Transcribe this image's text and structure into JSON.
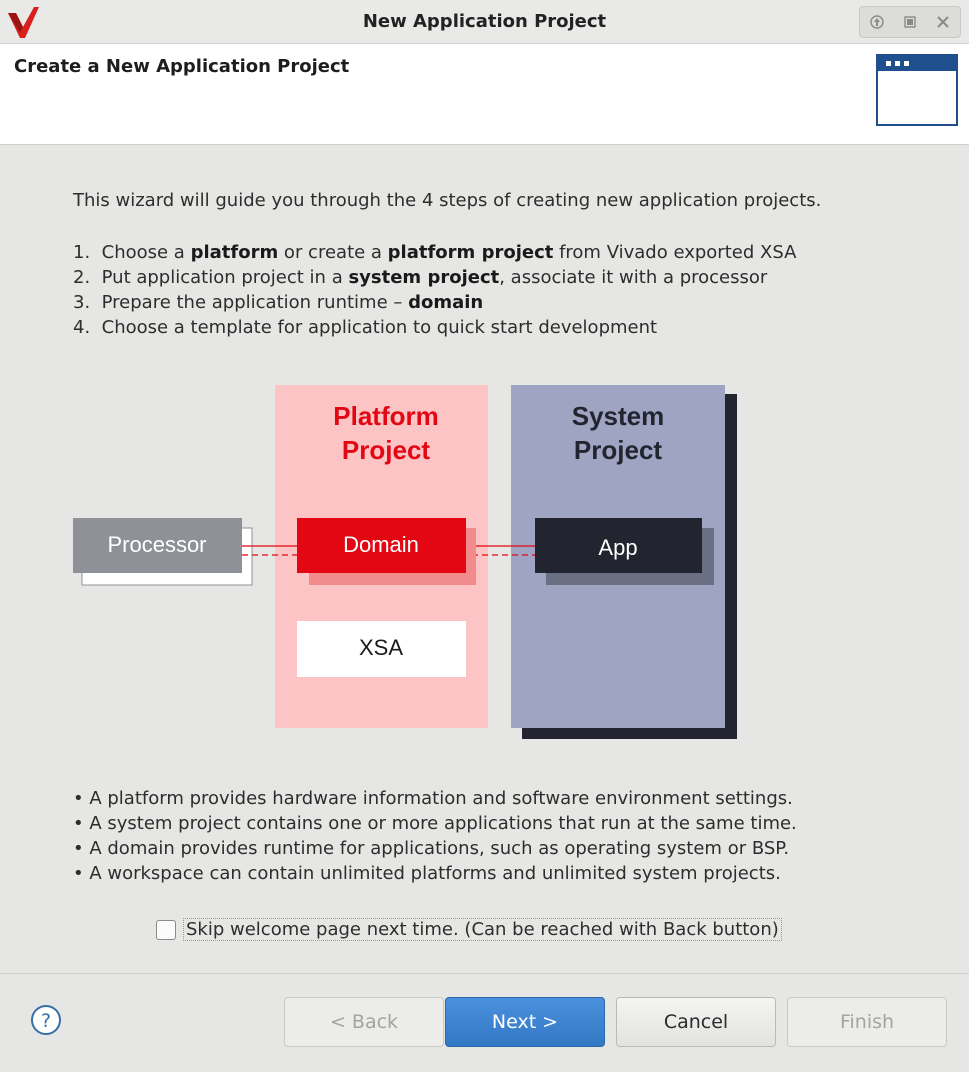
{
  "window": {
    "title": "New Application Project"
  },
  "header": {
    "title": "Create a New Application Project"
  },
  "intro": "This wizard will guide you through the 4 steps of creating new application projects.",
  "steps": [
    {
      "num": "1.",
      "parts": [
        [
          "Choose a ",
          false
        ],
        [
          "platform",
          true
        ],
        [
          " or create a ",
          false
        ],
        [
          "platform project",
          true
        ],
        [
          " from Vivado exported XSA",
          false
        ]
      ]
    },
    {
      "num": "2.",
      "parts": [
        [
          "Put application project in a ",
          false
        ],
        [
          "system project",
          true
        ],
        [
          ", associate it with a processor",
          false
        ]
      ]
    },
    {
      "num": "3.",
      "parts": [
        [
          "Prepare the application runtime – ",
          false
        ],
        [
          "domain",
          true
        ]
      ]
    },
    {
      "num": "4.",
      "parts": [
        [
          "Choose a template for application to quick start development",
          false
        ]
      ]
    }
  ],
  "diagram": {
    "platform_project_line1": "Platform",
    "platform_project_line2": "Project",
    "system_project_line1": "System",
    "system_project_line2": "Project",
    "processor": "Processor",
    "domain": "Domain",
    "app": "App",
    "xsa": "XSA",
    "colors": {
      "platform_bg": "#fcc4c4",
      "platform_text": "#e30613",
      "domain_bg": "#e30613",
      "system_bg": "#9ea4c2",
      "system_shadow": "#22252f",
      "app_bg": "#22252f",
      "processor_bg": "#8e9197"
    }
  },
  "notes": [
    "• A platform provides hardware information and software environment settings.",
    "• A system project contains one or more applications that run at the same time.",
    "• A domain provides runtime for applications, such as operating system or BSP.",
    "• A workspace can contain unlimited platforms and unlimited system projects."
  ],
  "skip_checkbox": {
    "label": "Skip welcome page next time. (Can be reached with Back button)",
    "checked": false
  },
  "buttons": {
    "back": "< Back",
    "next": "Next >",
    "cancel": "Cancel",
    "finish": "Finish"
  },
  "icons": {
    "logo": "vitis-logo-icon",
    "help": "help-icon",
    "header": "window-icon"
  }
}
